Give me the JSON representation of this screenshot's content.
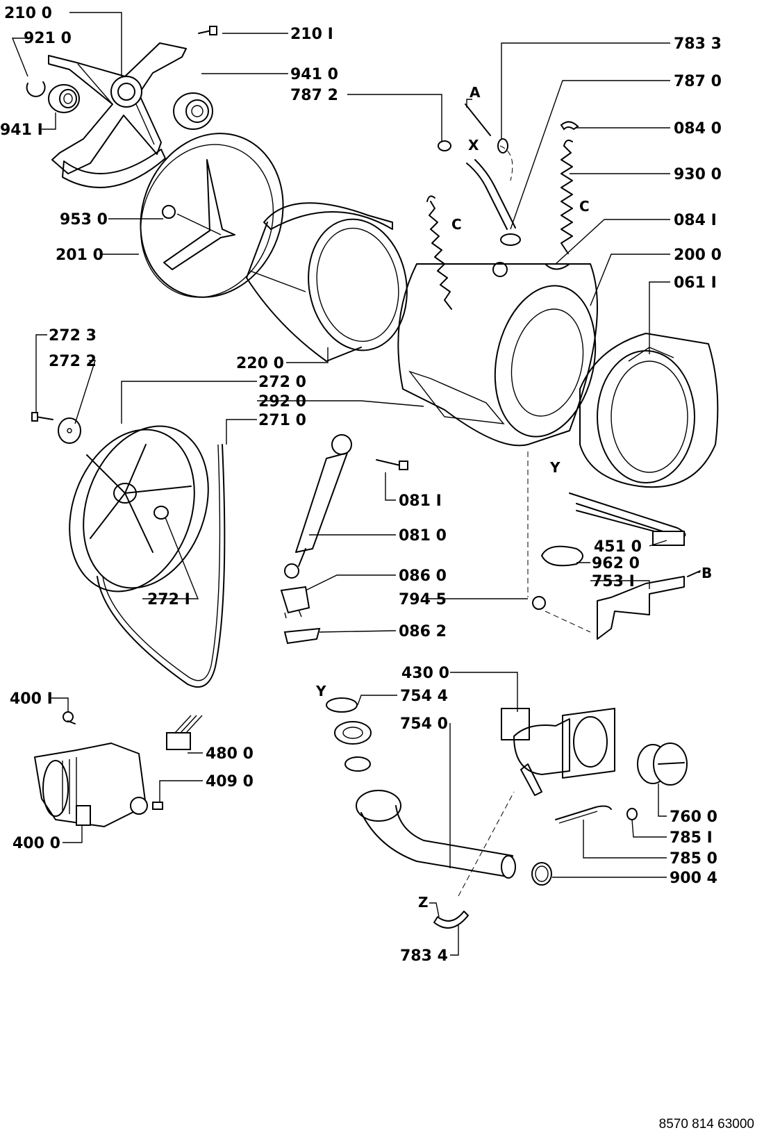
{
  "doc_number": "8570 814 63000",
  "callouts": [
    {
      "id": "p2100",
      "text": "210 0"
    },
    {
      "id": "p9210",
      "text": "921 0"
    },
    {
      "id": "p9411",
      "text": "941 I"
    },
    {
      "id": "p2101",
      "text": "210 I"
    },
    {
      "id": "p9410",
      "text": "941 0"
    },
    {
      "id": "p7872",
      "text": "787 2"
    },
    {
      "id": "p9530",
      "text": "953 0"
    },
    {
      "id": "p2010",
      "text": "201 0"
    },
    {
      "id": "p7833",
      "text": "783 3"
    },
    {
      "id": "p7870",
      "text": "787 0"
    },
    {
      "id": "p0840",
      "text": "084 0"
    },
    {
      "id": "p9300",
      "text": "930 0"
    },
    {
      "id": "p0841",
      "text": "084 I"
    },
    {
      "id": "p2000",
      "text": "200 0"
    },
    {
      "id": "p0611",
      "text": "061 I"
    },
    {
      "id": "p2723",
      "text": "272 3"
    },
    {
      "id": "p2722",
      "text": "272 2"
    },
    {
      "id": "p2200",
      "text": "220 0"
    },
    {
      "id": "p2720",
      "text": "272 0"
    },
    {
      "id": "p2920",
      "text": "292 0"
    },
    {
      "id": "p2710",
      "text": "271 0"
    },
    {
      "id": "p0811",
      "text": "081 I"
    },
    {
      "id": "p0810",
      "text": "081 0"
    },
    {
      "id": "p4510",
      "text": "451 0"
    },
    {
      "id": "p9620",
      "text": "962 0"
    },
    {
      "id": "p7531",
      "text": "753 I"
    },
    {
      "id": "p0860",
      "text": "086 0"
    },
    {
      "id": "p7945",
      "text": "794 5"
    },
    {
      "id": "p0862",
      "text": "086 2"
    },
    {
      "id": "p2721",
      "text": "272 I"
    },
    {
      "id": "p4300",
      "text": "430 0"
    },
    {
      "id": "p7544",
      "text": "754 4"
    },
    {
      "id": "p7540",
      "text": "754 0"
    },
    {
      "id": "p4001",
      "text": "400 I"
    },
    {
      "id": "p4800",
      "text": "480 0"
    },
    {
      "id": "p4090",
      "text": "409 0"
    },
    {
      "id": "p4000",
      "text": "400 0"
    },
    {
      "id": "p7600",
      "text": "760 0"
    },
    {
      "id": "p7851",
      "text": "785 I"
    },
    {
      "id": "p7850",
      "text": "785 0"
    },
    {
      "id": "p9004",
      "text": "900 4"
    },
    {
      "id": "p7834",
      "text": "783 4"
    }
  ],
  "refs": {
    "a": "A",
    "x": "X",
    "c1": "C",
    "c2": "C",
    "y1": "Y",
    "y2": "Y",
    "b": "B",
    "z": "Z"
  }
}
